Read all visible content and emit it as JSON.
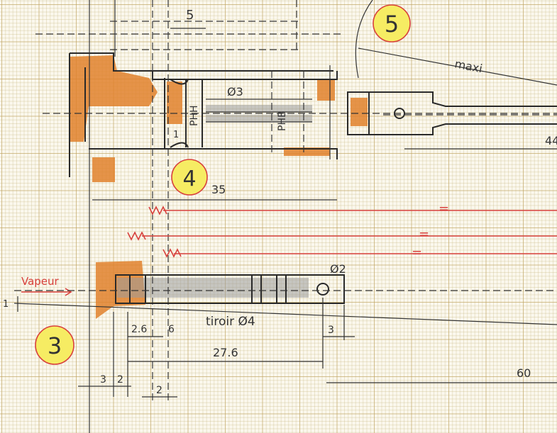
{
  "labels": {
    "callout_5": "5",
    "callout_4": "4",
    "callout_3": "3",
    "dim_5": "5",
    "maxi": "maxi",
    "dia_3": "Ø3",
    "phh": "PHH",
    "phb": "PHB",
    "dim_1_top": "1",
    "dim_35": "35",
    "dim_44": "44",
    "eq_1": "=",
    "eq_2": "=",
    "eq_3": "=",
    "vapeur": "Vapeur",
    "dim_1_left": "1",
    "dia_2": "Ø2",
    "tiroir": "tiroir Ø4",
    "dim_2_6": "2.6",
    "dim_6": "6",
    "dim_3_right": "3",
    "dim_27_6": "27.6",
    "dim_3_bottom": "3",
    "dim_2_bottom": "2",
    "dim_2_lower": "2",
    "dim_60": "60"
  },
  "colors": {
    "ink": "#2a2a2a",
    "red": "#d8403c",
    "orange": "#e0812c",
    "yellow": "#f6ec63"
  }
}
